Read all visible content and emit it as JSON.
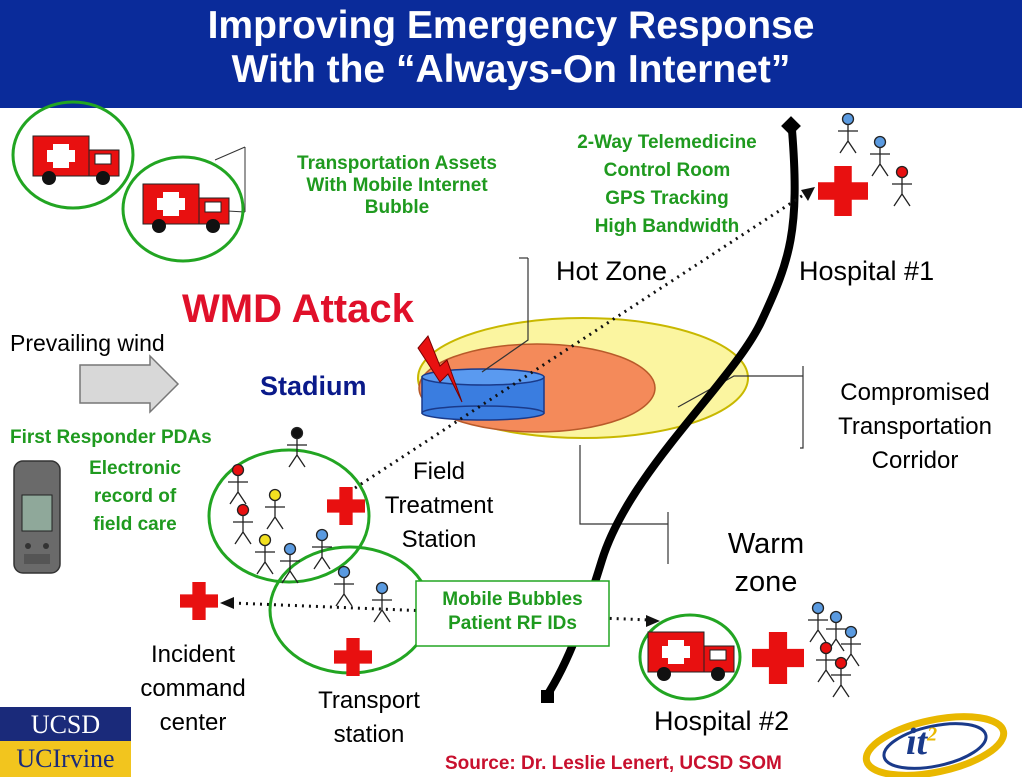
{
  "header": {
    "title_line1": "Improving Emergency Response",
    "title_line2": "With the “Always-On Internet”"
  },
  "labels": {
    "transportation_assets": [
      "Transportation Assets",
      "With Mobile Internet",
      "Bubble"
    ],
    "telemedicine": [
      "2-Way Telemedicine",
      "Control Room",
      "GPS Tracking",
      "High Bandwidth"
    ],
    "hot_zone": "Hot Zone",
    "hospital_1": "Hospital #1",
    "wmd_attack": "WMD Attack",
    "prevailing_wind": "Prevailing wind",
    "stadium": "Stadium",
    "compromised_corridor": [
      "Compromised",
      "Transportation",
      "Corridor"
    ],
    "first_responder": "First Responder PDAs",
    "electronic_record": [
      "Electronic",
      "record of",
      "field care"
    ],
    "field_treatment": [
      "Field",
      "Treatment",
      "Station"
    ],
    "warm_zone": [
      "Warm",
      "zone"
    ],
    "mobile_bubbles": [
      "Mobile Bubbles",
      "Patient RF IDs"
    ],
    "incident_command": [
      "Incident",
      "command",
      "center"
    ],
    "transport_station": [
      "Transport",
      "station"
    ],
    "hospital_2": "Hospital #2",
    "source": "Source: Dr. Leslie Lenert, UCSD SOM"
  },
  "logos": {
    "ucsd": "UCSD",
    "ucirvine": "UCIrvine",
    "it2_main": "it",
    "it2_sup": "2"
  },
  "colors": {
    "header_bg": "#0a2b9a",
    "title_text": "#ffffff",
    "green_text": "#1f9a1f",
    "wmd_red": "#e0102a",
    "stadium_blue": "#0a1a8a",
    "cross_red": "#e81010",
    "bubble_green": "#22a522",
    "warm_zone_fill": "#fbf5a0",
    "hot_zone_fill": "#f48a5a",
    "stadium_fill": "#3a7de0"
  }
}
